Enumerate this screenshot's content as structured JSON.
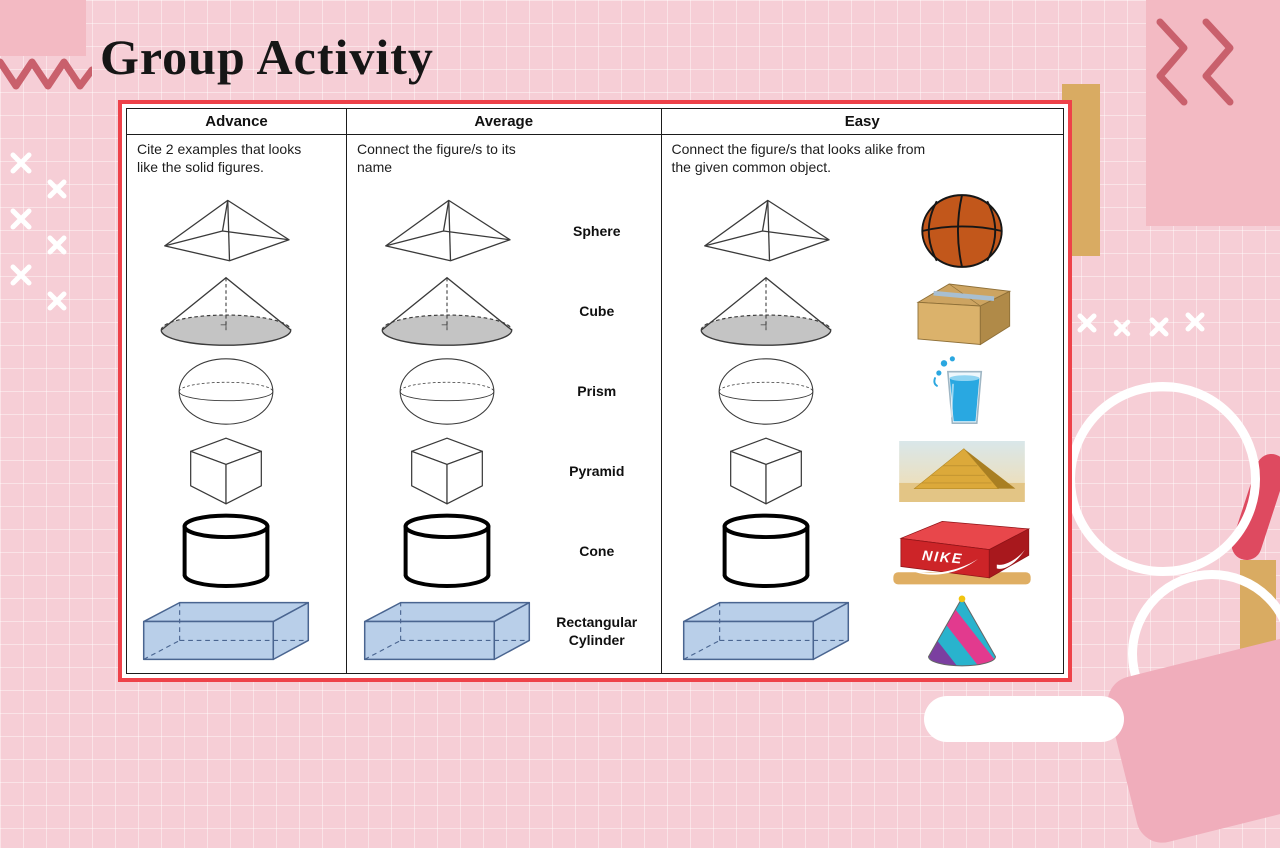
{
  "slide": {
    "title": "Group Activity"
  },
  "table": {
    "columns": [
      {
        "header": "Advance",
        "instructions": "Cite 2 examples that looks like the solid figures.",
        "figures": [
          "pyramid",
          "cone",
          "sphere",
          "cube",
          "cylinder",
          "rectangular prism"
        ]
      },
      {
        "header": "Average",
        "instructions": "Connect the figure/s to its name",
        "figures": [
          "pyramid",
          "cone",
          "sphere",
          "cube",
          "cylinder",
          "rectangular prism"
        ],
        "names": [
          "Sphere",
          "Cube",
          "Prism",
          "Pyramid",
          "Cone",
          "Rectangular Cylinder"
        ]
      },
      {
        "header": "Easy",
        "instructions": "Connect the figure/s that looks alike from the given common object.",
        "figures": [
          "pyramid",
          "cone",
          "sphere",
          "cube",
          "cylinder",
          "rectangular prism"
        ],
        "objects": [
          "basketball",
          "cardboard box",
          "glass of water",
          "egyptian pyramid",
          "nike shoe box",
          "striped party hat"
        ],
        "shoebox_label": "NIKE"
      }
    ]
  },
  "colors": {
    "background": "#f6ced6",
    "accent_border": "#ee4149",
    "salmon_block": "#f3bac3",
    "tan_block": "#d9ab62",
    "zigzag": "#c9606c",
    "prism_blue": "#b9cfe9"
  }
}
